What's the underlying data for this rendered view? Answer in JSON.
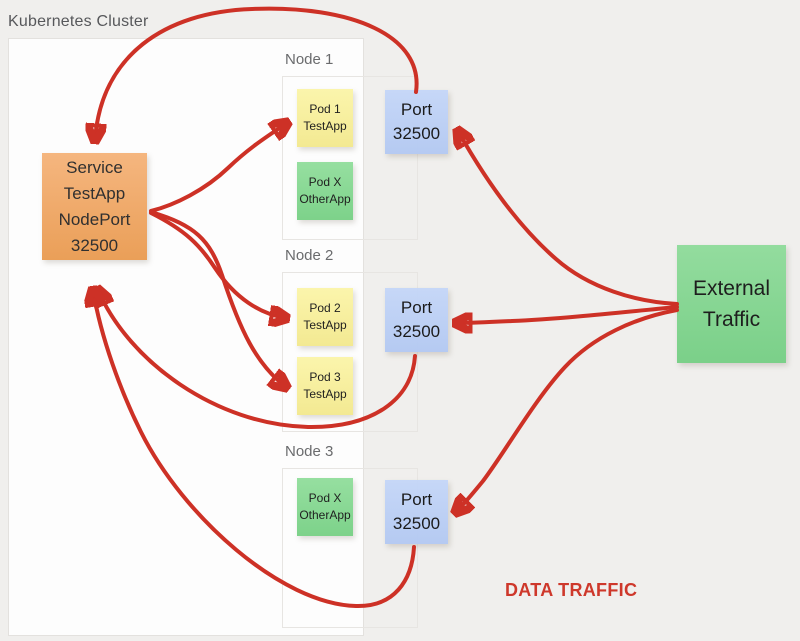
{
  "cluster": {
    "title": "Kubernetes Cluster"
  },
  "colors": {
    "arrow_red": "#cd3126",
    "caption_red": "#ce382b",
    "service_orange": "#f0aa6b",
    "pod_yellow": "#f8f1a1",
    "pod_green": "#8ad795",
    "port_blue": "#bcd0f5",
    "external_green": "#87d793",
    "background": "#f0efed"
  },
  "service": {
    "line1": "Service",
    "line2": "TestApp",
    "line3": "NodePort",
    "line4": "32500"
  },
  "nodes": [
    {
      "label": "Node 1",
      "pods": [
        {
          "name": "Pod 1",
          "app": "TestApp"
        },
        {
          "name": "Pod X",
          "app": "OtherApp"
        }
      ],
      "port": {
        "name": "Port",
        "number": "32500"
      }
    },
    {
      "label": "Node 2",
      "pods": [
        {
          "name": "Pod 2",
          "app": "TestApp"
        },
        {
          "name": "Pod 3",
          "app": "TestApp"
        }
      ],
      "port": {
        "name": "Port",
        "number": "32500"
      }
    },
    {
      "label": "Node 3",
      "pods": [
        {
          "name": "Pod X",
          "app": "OtherApp"
        }
      ],
      "port": {
        "name": "Port",
        "number": "32500"
      }
    }
  ],
  "external_traffic": {
    "line1": "External",
    "line2": "Traffic"
  },
  "caption": "DATA TRAFFIC"
}
